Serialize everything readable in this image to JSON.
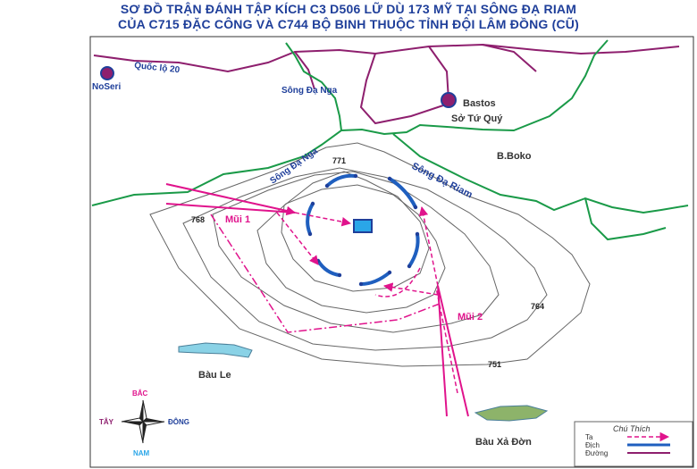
{
  "title": {
    "line1": "SƠ ĐỒ TRẬN ĐÁNH TẬP KÍCH C3 D506 LỮ DÙ 173  MỸ TẠI SÔNG ĐẠ RIAM",
    "line2": "CỦA C715 ĐẶC CÔNG VÀ C744 BỘ BINH THUỘC TỈNH ĐỘI LÂM ĐỒNG (CŨ)"
  },
  "places": {
    "noseri": "NoSeri",
    "road": "Quốc lộ 20",
    "bastos": "Bastos",
    "so_tu_quy": "Sở Tứ Quý",
    "song_da_nga_1": "Sông Đạ Nga",
    "song_da_nga_2": "Sông Đạ Nga",
    "song_da_riam": "Sông Đạ Riam",
    "bboko": "B.Boko",
    "bau_le": "Bàu Le",
    "bau_xa_don": "Bàu Xả Đờn"
  },
  "elevations": {
    "e771": "771",
    "e768": "768",
    "e764": "764",
    "e751": "751"
  },
  "attacks": {
    "mui1": "Mũi 1",
    "mui2": "Mũi 2"
  },
  "compass": {
    "north": "BẮC",
    "south": "NAM",
    "east": "ĐÔNG",
    "west": "TÂY"
  },
  "legend": {
    "title": "Chú Thích",
    "ta": "Ta",
    "dich": "Địch",
    "duong": "Đường"
  },
  "colors": {
    "title": "#1f3f9a",
    "road": "#8e1f6e",
    "river": "#1a9a48",
    "contour": "#666666",
    "attack": "#e0138c",
    "enemy": "#1f5fbf",
    "water": "#8ad2e6"
  }
}
